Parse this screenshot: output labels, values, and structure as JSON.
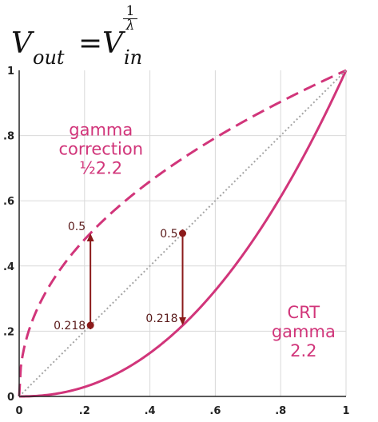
{
  "formula": {
    "v": "V",
    "out": "out",
    "eq": "=",
    "in": "in",
    "num": "1",
    "den": "λ"
  },
  "colors": {
    "curve": "#d1357a",
    "identity": "#a5a5a5",
    "marker": "#8b1a1a",
    "grid": "#d9d9d9",
    "axis": "#222222",
    "text": "#5a1a1a"
  },
  "chart_data": {
    "type": "line",
    "xlim": [
      0,
      1
    ],
    "ylim": [
      0,
      1
    ],
    "grid": true,
    "x_ticks": [
      {
        "v": 0,
        "label": "0"
      },
      {
        "v": 0.2,
        "label": ".2"
      },
      {
        "v": 0.4,
        "label": ".4"
      },
      {
        "v": 0.6,
        "label": ".6"
      },
      {
        "v": 0.8,
        "label": ".8"
      },
      {
        "v": 1,
        "label": "1"
      }
    ],
    "y_ticks": [
      {
        "v": 0,
        "label": "0"
      },
      {
        "v": 0.2,
        "label": ".2"
      },
      {
        "v": 0.4,
        "label": ".4"
      },
      {
        "v": 0.6,
        "label": ".6"
      },
      {
        "v": 0.8,
        "label": ".8"
      },
      {
        "v": 1,
        "label": "1"
      }
    ],
    "series": [
      {
        "gamma": 0.4545,
        "style": "dashed"
      },
      {
        "gamma": 2.2,
        "style": "solid"
      },
      {
        "gamma": 1,
        "style": "dotted"
      }
    ],
    "annotations": [
      {
        "text": [
          "gamma",
          "correction",
          "½2.2"
        ],
        "x": 0.25,
        "y": 0.8
      },
      {
        "text": [
          "CRT",
          "gamma",
          "2.2"
        ],
        "x": 0.87,
        "y": 0.24
      }
    ],
    "markers": [
      {
        "x": 0.218,
        "y_from": 0.218,
        "y_to": 0.5,
        "label_from": "0.218",
        "label_to": "0.5",
        "arrow": "up"
      },
      {
        "x": 0.5,
        "y_from": 0.5,
        "y_to": 0.218,
        "label_from": "0.5",
        "label_to": "0.218",
        "arrow": "down"
      }
    ]
  }
}
